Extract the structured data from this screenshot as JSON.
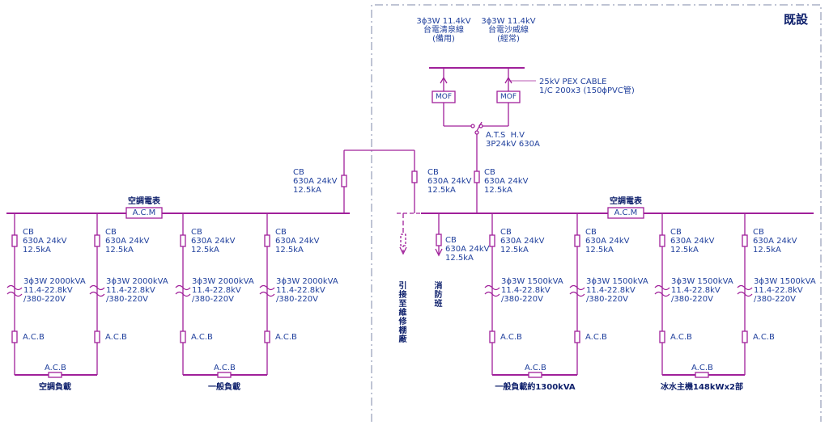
{
  "header": {
    "existing_label": "既設"
  },
  "incoming": {
    "feeder1": "3ϕ3W 11.4kV\n台電清泉線\n(備用)",
    "feeder2": "3ϕ3W 11.4kV\n台電沙威線\n(經常)",
    "cable": "25kV PEX CABLE\n1/C 200x3 (150ϕPVC管)",
    "mof": "MOF",
    "ats": "A.T.S  H.V\n3P24kV 630A"
  },
  "breaker": {
    "cb": "CB\n630A 24kV\n12.5kA"
  },
  "acm": {
    "title": "空調電表",
    "box": "A.C.M"
  },
  "transformer": {
    "t2000": "3ϕ3W 2000kVA\n11.4-22.8kV\n/380-220V",
    "t1500": "3ϕ3W 1500kVA\n11.4-22.8kV\n/380-220V"
  },
  "acb": "A.C.B",
  "loads": {
    "aircon": "空調負載",
    "general": "一般負載",
    "general_1300": "一般負載約1300kVA",
    "chiller": "冰水主機148kWx2部",
    "repair_shop": "引接至維修棚廠",
    "fire_station": "消防班"
  }
}
